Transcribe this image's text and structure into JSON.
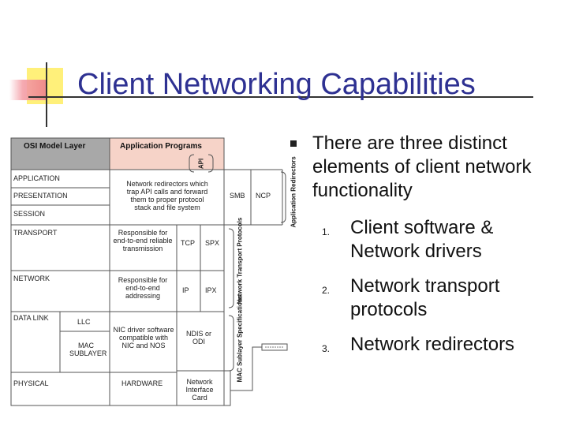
{
  "slide": {
    "title": "Client Networking Capabilities"
  },
  "diagram": {
    "header_osi": "OSI Model Layer",
    "header_app": "Application Programs",
    "api_label": "API",
    "layers": {
      "application": "APPLICATION",
      "presentation": "PRESENTATION",
      "session": "SESSION",
      "transport": "TRANSPORT",
      "network": "NETWORK",
      "data_link": "DATA LINK",
      "physical": "PHYSICAL"
    },
    "llc": "LLC",
    "mac_sublayer": "MAC SUBLAYER",
    "redirector_desc": "Network redirectors which trap API calls and forward them to proper protocol stack and file system",
    "smb": "SMB",
    "ncp": "NCP",
    "app_redirectors": "Application Redirectors",
    "transport_desc": "Responsible for end-to-end reliable transmission",
    "tcp": "TCP",
    "spx": "SPX",
    "network_transport_protocols": "Network Transport Protocols",
    "network_desc": "Responsible for end-to-end addressing",
    "ip": "IP",
    "ipx": "IPX",
    "nic_desc": "NIC driver software compatible with NIC and NOS",
    "ndis_odi": "NDIS or ODI",
    "mac_specs": "MAC Sublayer Specifications",
    "hardware": "HARDWARE",
    "nic_card": "Network Interface Card"
  },
  "content": {
    "intro": "There are three distinct elements of client network functionality",
    "items": [
      {
        "num": "1.",
        "text": "Client software & Network drivers"
      },
      {
        "num": "2.",
        "text": "Network transport protocols"
      },
      {
        "num": "3.",
        "text": "Network redirectors"
      }
    ]
  },
  "colors": {
    "title": "#2e3192",
    "osi_header_bg": "#a8a8a8",
    "app_header_bg": "#f6d3c8"
  }
}
